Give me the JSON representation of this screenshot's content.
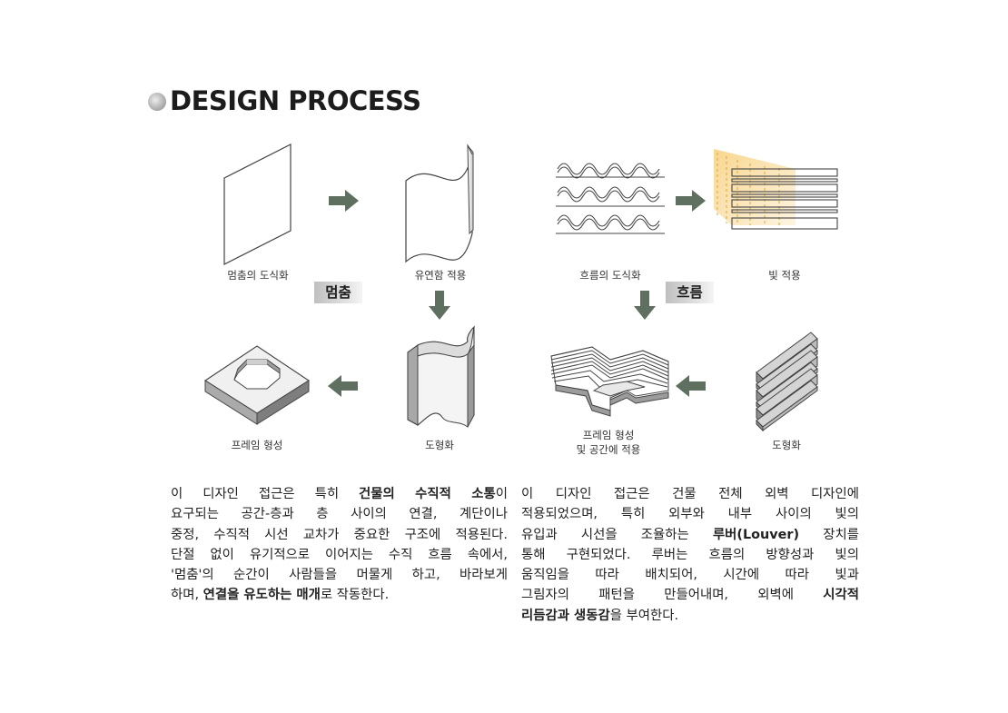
{
  "header": {
    "title": "DESIGN PROCESS"
  },
  "left_process": {
    "tag": "멈춤",
    "steps": [
      {
        "label": "멈춤의 도식화"
      },
      {
        "label": "유연함 적용"
      },
      {
        "label": "도형화"
      },
      {
        "label": "프레임 형성"
      }
    ]
  },
  "right_process": {
    "tag": "흐름",
    "steps": [
      {
        "label": "흐름의 도식화"
      },
      {
        "label": "빛 적용"
      },
      {
        "label": "도형화"
      },
      {
        "label_line1": "프레임 형성",
        "label_line2": "및 공간에 적용"
      }
    ]
  },
  "colors": {
    "arrow": "#5f6f60",
    "light": "#f6c96a"
  },
  "text_left": {
    "l1": {
      "a": "이 디자인 접근은 특히 ",
      "b": "건물의 수직적 소통",
      "c": "이"
    },
    "l2": "요구되는 공간-층과 층 사이의 연결, 계단이나",
    "l3": "중정, 수직적 시선 교차가 중요한 구조에 적용된다.",
    "l4": "단절 없이 유기적으로 이어지는 수직 흐름 속에서,",
    "l5": "'멈춤'의 순간이 사람들을 머물게 하고, 바라보게",
    "l6": {
      "a": "하며, ",
      "b": "연결을 유도하는 매개",
      "c": "로 작동한다."
    }
  },
  "text_right": {
    "l1": "이 디자인 접근은 건물 전체 외벽 디자인에",
    "l2": "적용되었으며, 특히 외부와 내부 사이의 빛의",
    "l3": {
      "a": "유입과 시선을 조율하는 ",
      "b": "루버(Louver)",
      "c": " 장치를"
    },
    "l4": "통해 구현되었다. 루버는 흐름의 방향성과 빛의",
    "l5": "움직임을 따라 배치되어, 시간에 따라 빛과",
    "l6": {
      "a": "그림자의 패턴을 만들어내며, 외벽에 ",
      "b": "시각적"
    },
    "l7": {
      "b": "리듬감과 생동감",
      "c": "을 부여한다."
    }
  }
}
